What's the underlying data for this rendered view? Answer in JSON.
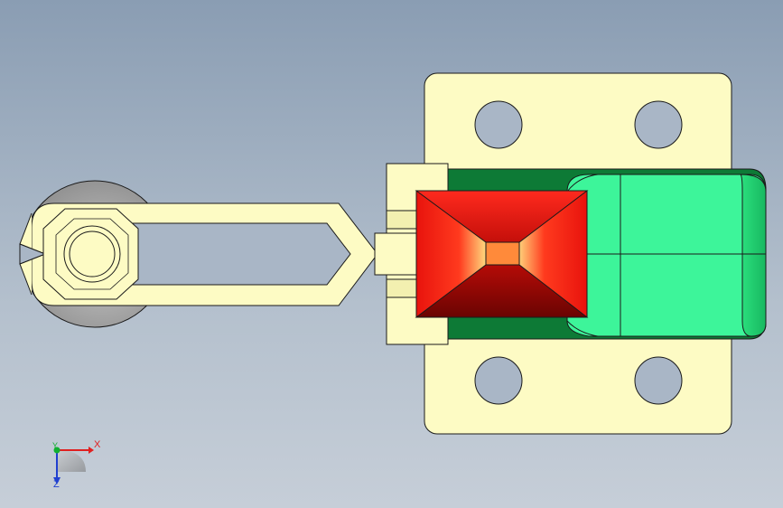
{
  "scene": {
    "colors": {
      "base_plate": "#fdfbc4",
      "body_dark_green": "#0d7a36",
      "body_light_green": "#3df59a",
      "handle_red": "#ff2a1e",
      "handle_yellow": "#ffd27a",
      "washer_gray": "#a9a9a9",
      "outline": "#1a1a1a"
    },
    "parts": [
      "base-plate",
      "mounting-holes",
      "clamp-body",
      "handle",
      "linkage-bar",
      "spindle-nut",
      "washer"
    ]
  },
  "triad": {
    "x_label": "X",
    "y_label": "Y",
    "z_label": "Z",
    "x_color": "#e02020",
    "y_color": "#10b030",
    "z_color": "#2040d0"
  }
}
